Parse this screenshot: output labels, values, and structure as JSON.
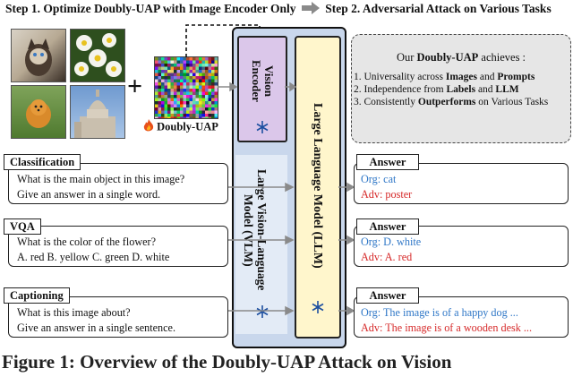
{
  "header": {
    "step1": "Step 1. Optimize Doubly-UAP with Image Encoder Only",
    "step2": "Step 2. Adversarial Attack on Various Tasks"
  },
  "images": [
    "cat-photo",
    "daisy-photo",
    "dog-photo",
    "cathedral-photo"
  ],
  "plus": "+",
  "uap": {
    "label": "Doubly-UAP",
    "icon": "fire-icon"
  },
  "vision_encoder": {
    "line1": "Vision",
    "line2": "Encoder"
  },
  "vlm": {
    "line1": "Large Vision-Language",
    "line2": "Model (VLM)"
  },
  "llm": {
    "label": "Large Language Model (LLM)"
  },
  "achievements": {
    "title_pre": "Our ",
    "title_bold": "Doubly-UAP",
    "title_post": " achieves :",
    "items": [
      {
        "pre": "1. Universality across ",
        "b1": "Images",
        "mid": " and ",
        "b2": "Prompts",
        "post": ""
      },
      {
        "pre": "2. Independence from ",
        "b1": "Labels",
        "mid": " and ",
        "b2": "LLM",
        "post": ""
      },
      {
        "pre": "3. Consistently ",
        "b1": "Outperforms",
        "mid": " on Various Tasks",
        "b2": "",
        "post": ""
      }
    ]
  },
  "tasks": [
    {
      "name": "Classification",
      "q1": "What is the main object in this image?",
      "q2": "Give an answer in a single word.",
      "answer_label": "Answer",
      "org": "Org: cat",
      "adv": "Adv: poster"
    },
    {
      "name": "VQA",
      "q1": "What is the color of the flower?",
      "q2": "A. red B. yellow C. green D. white",
      "answer_label": "Answer",
      "org": "Org: D. white",
      "adv": "Adv: A. red"
    },
    {
      "name": "Captioning",
      "q1": "What is this image about?",
      "q2": "Give an answer in a single sentence.",
      "answer_label": "Answer",
      "org": "Org: The image is of a happy dog ...",
      "adv": "Adv: The image is of a wooden desk ..."
    }
  ],
  "colors": {
    "org": "#2f77c7",
    "adv": "#d62a2a",
    "vision": "#dbc7ea",
    "llm": "#fff6cc",
    "outer": "#c9d7ec"
  },
  "caption": "Figure 1: Overview of the Doubly-UAP Attack on Vision"
}
